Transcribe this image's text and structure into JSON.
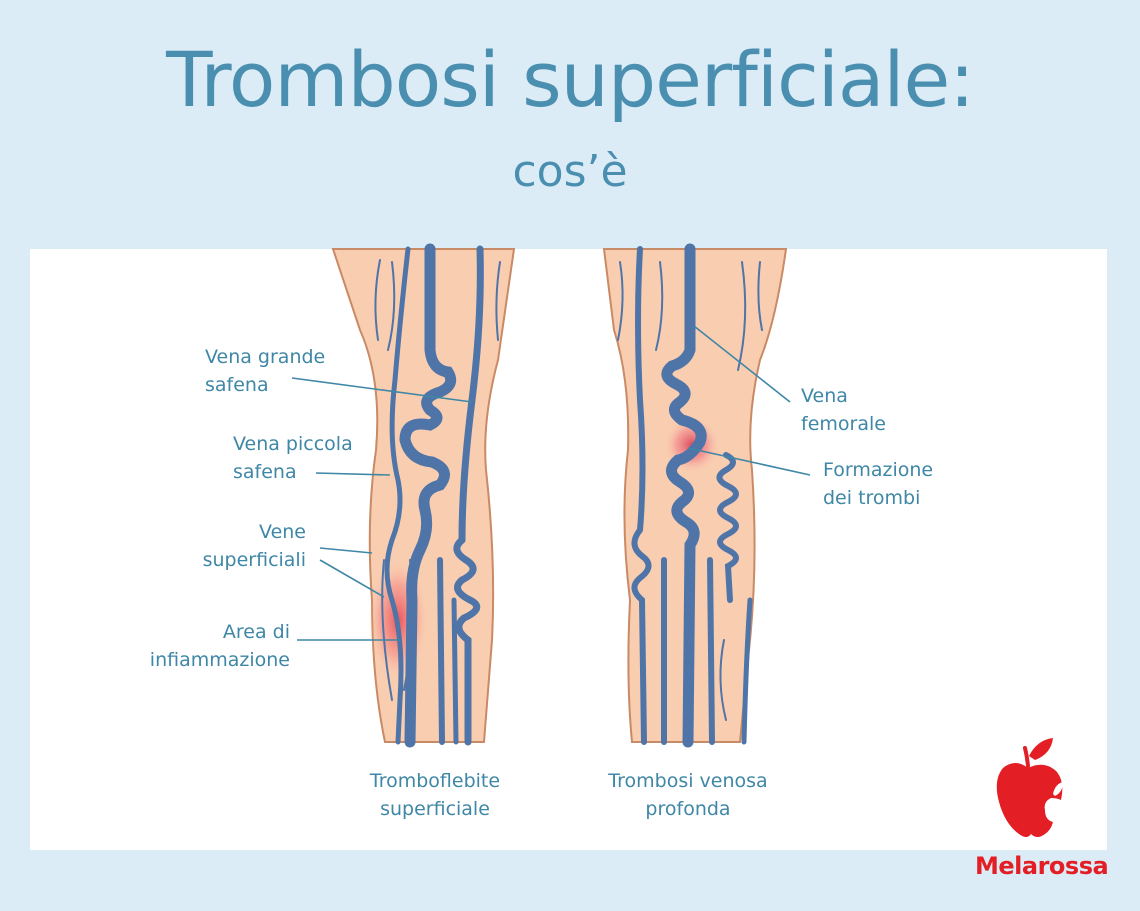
{
  "header": {
    "title": "Trombosi superficiale:",
    "subtitle": "cos’è"
  },
  "diagram": {
    "left_leg": {
      "caption_line1": "Tromboflebite",
      "caption_line2": "superficiale",
      "labels": [
        {
          "line1": "Vena grande",
          "line2": "safena"
        },
        {
          "line1": "Vena piccola",
          "line2": "safena"
        },
        {
          "line1": "Vene",
          "line2": "superficiali"
        },
        {
          "line1": "Area di",
          "line2": "infiammazione"
        }
      ]
    },
    "right_leg": {
      "caption_line1": "Trombosi venosa",
      "caption_line2": "profonda",
      "labels": [
        {
          "line1": "Vena",
          "line2": "femorale"
        },
        {
          "line1": "Formazione",
          "line2": "dei trombi"
        }
      ]
    }
  },
  "brand": {
    "name": "Melarossa",
    "logo_icon": "apple-icon"
  },
  "colors": {
    "background": "#dbecf7",
    "title": "#4a8fb0",
    "label": "#3f87a6",
    "skin": "#f9cdb0",
    "skin_outline": "#c98a66",
    "vein": "#4f74a8",
    "inflammation": "#e84a5a",
    "brand_red": "#e31e24"
  }
}
